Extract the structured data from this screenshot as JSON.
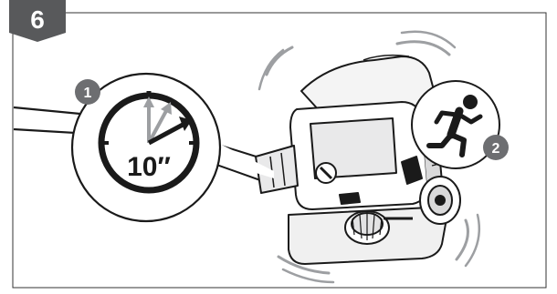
{
  "step": {
    "number": "6"
  },
  "callouts": [
    {
      "number": "1",
      "icon": "stopwatch-icon"
    },
    {
      "number": "2",
      "icon": "running-person-icon"
    }
  ],
  "timer": {
    "label": "10″"
  },
  "colors": {
    "badge": "#58595b",
    "callout_bullet": "#6d6e71",
    "line": "#1a1a1a",
    "hand_gray": "#9d9fa2"
  }
}
